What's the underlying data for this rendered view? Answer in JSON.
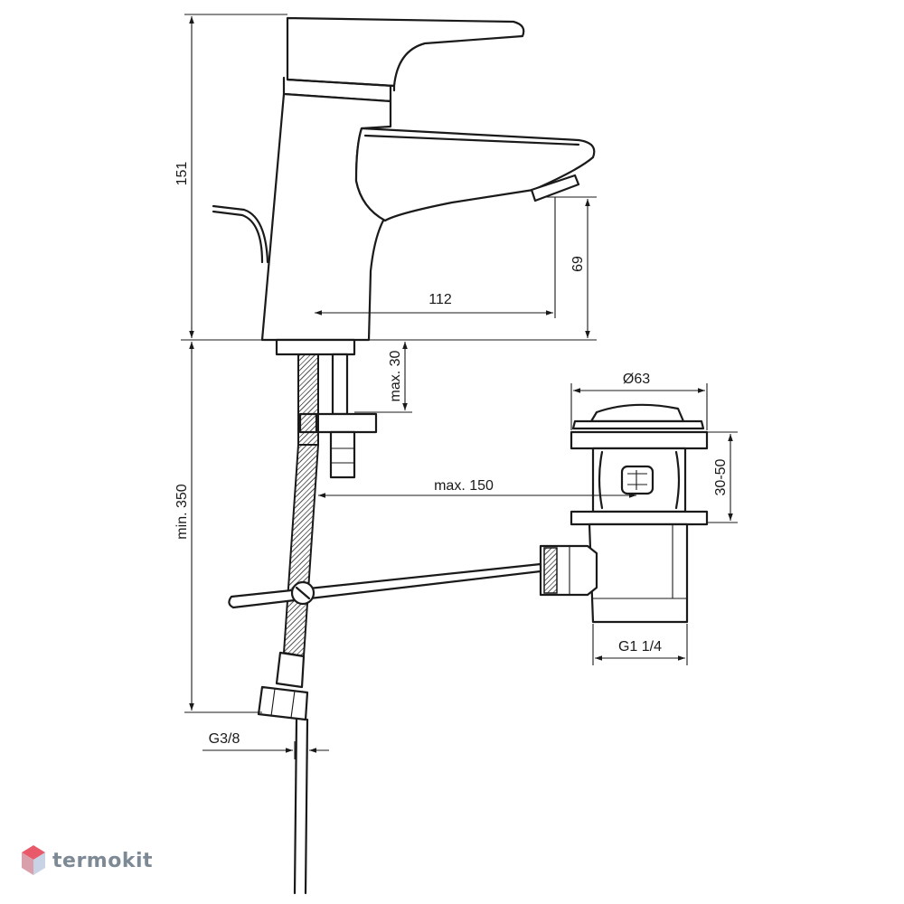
{
  "dimensions": {
    "height_total": "151",
    "spout_height": "69",
    "spout_reach": "112",
    "max_thickness": "max. 30",
    "min_hose": "min. 350",
    "max_distance": "max. 150",
    "waste_diameter": "Ø63",
    "waste_range": "30-50",
    "waste_thread": "G1 1/4",
    "supply_thread": "G3/8"
  },
  "watermark": {
    "brand": "termokit",
    "colors": {
      "text": "#7d8a96",
      "top": "#e85a6a",
      "left": "#d9a0ac",
      "right": "#c8d3e6"
    }
  }
}
